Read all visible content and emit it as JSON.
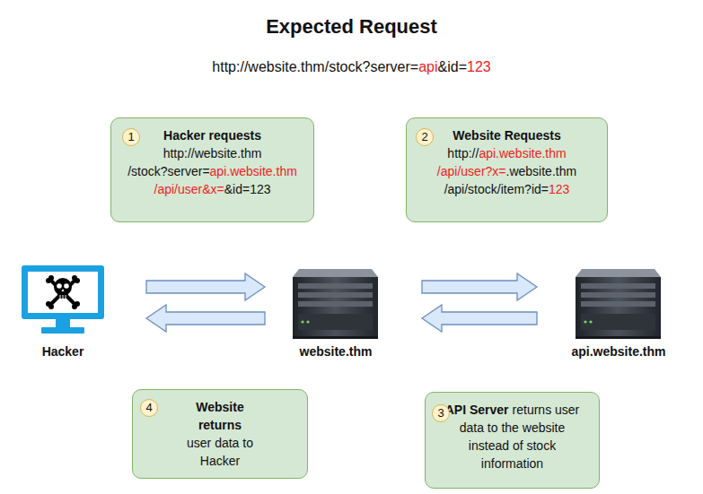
{
  "diagram": {
    "title": "Expected Request",
    "nodes": [
      {
        "text": [
          "Hacker requests",
          "http://website.thm",
          "/stock?server=",
          "api.website.thm",
          "/api/user&x=",
          "&id=123"
        ]
      },
      {
        "text": [
          "1"
        ],
        "in": 0
      },
      {
        "text": [
          "Website Requests",
          "http://",
          "api.website.thm",
          "/api/user?x=",
          ".website.thm",
          "/api/stock/item?id=",
          "123"
        ]
      },
      {
        "text": [
          "2"
        ],
        "in": 2
      },
      {
        "text": [
          "Hacker"
        ]
      },
      {
        "text": [
          "website.thm"
        ]
      },
      {
        "text": [
          "api.website.thm"
        ]
      },
      {
        "text": [
          "Website returns",
          "user data to Hacker"
        ]
      },
      {
        "text": [
          "4"
        ],
        "in": 7
      },
      {
        "text": [
          "API Server",
          "returns user data to the website instead of stock information"
        ]
      },
      {
        "text": [
          "3"
        ],
        "in": 9
      }
    ],
    "edges": [
      {
        "from": 4,
        "to": 5,
        "arrow": "to"
      },
      {
        "from": 5,
        "to": 4,
        "arrow": "to"
      },
      {
        "from": 5,
        "to": 6,
        "arrow": "to"
      },
      {
        "from": 6,
        "to": 5,
        "arrow": "to"
      }
    ],
    "labels": [
      "http://website.thm/stock?server=",
      "api",
      "&id=",
      "123"
    ]
  }
}
